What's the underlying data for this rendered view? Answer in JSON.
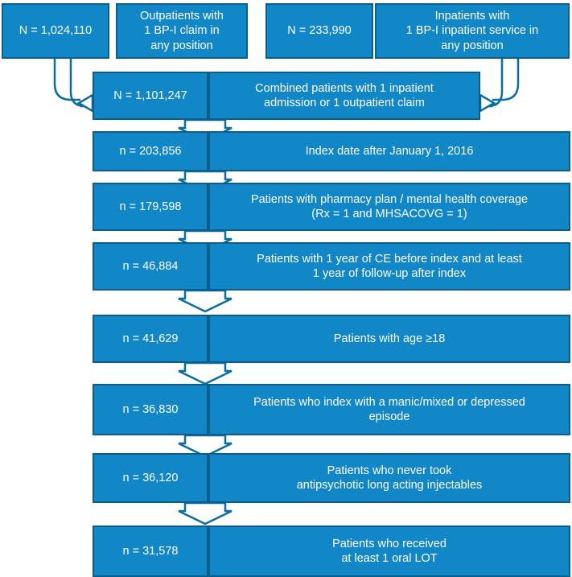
{
  "diagram": {
    "title": "Patient attrition flow diagram",
    "colors": {
      "box_fill": "#1287c8",
      "box_border": "#0b5d8c",
      "box_text": "#ffffff",
      "arrow_stroke": "#0b6ca0",
      "background": "#ffffff"
    },
    "boxes": [
      {
        "id": "outpatient-count",
        "label": "N = 1,024,110"
      },
      {
        "id": "outpatient-desc",
        "label": "Outpatients with\n1 BP-I claim in\nany position"
      },
      {
        "id": "inpatient-count",
        "label": "N = 233,990"
      },
      {
        "id": "inpatient-desc",
        "label": "Inpatients with\n1 BP-I inpatient service in\nany position"
      },
      {
        "id": "combined-count",
        "label": "N = 1,101,247"
      },
      {
        "id": "combined-desc",
        "label": "Combined patients with 1 inpatient\nadmission or 1 outpatient claim"
      },
      {
        "id": "index-date-count",
        "label": "n = 203,856"
      },
      {
        "id": "index-date-desc",
        "label": "Index date after January 1, 2016"
      },
      {
        "id": "pharmacy-count",
        "label": "n = 179,598"
      },
      {
        "id": "pharmacy-desc",
        "label": "Patients with pharmacy plan / mental health coverage\n(Rx = 1 and MHSACOVG = 1)"
      },
      {
        "id": "ce-count",
        "label": "n = 46,884"
      },
      {
        "id": "ce-desc",
        "label": "Patients with 1 year of CE before index and at least\n1 year of follow-up after index"
      },
      {
        "id": "age-count",
        "label": "n = 41,629"
      },
      {
        "id": "age-desc",
        "label": "Patients with age ≥18"
      },
      {
        "id": "episode-count",
        "label": "n = 36,830"
      },
      {
        "id": "episode-desc",
        "label": "Patients who index with a manic/mixed or depressed\nepisode"
      },
      {
        "id": "lai-count",
        "label": "n = 36,120"
      },
      {
        "id": "lai-desc",
        "label": "Patients who never took\nantipsychotic long acting injectables"
      },
      {
        "id": "lot-count",
        "label": "n = 31,578"
      },
      {
        "id": "lot-desc",
        "label": "Patients who received\nat least 1 oral LOT"
      }
    ]
  }
}
